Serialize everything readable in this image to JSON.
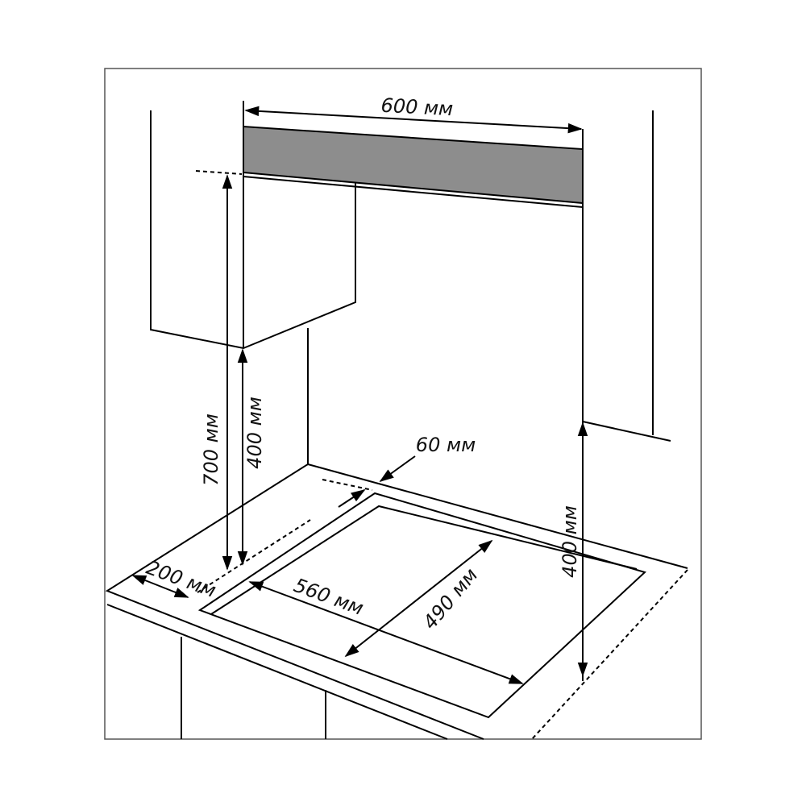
{
  "diagram": {
    "colors": {
      "hood_fill": "#8d8d8d",
      "line": "#000000",
      "frame": "#555555"
    },
    "labels": {
      "hood_width": "600 мм",
      "hood_height_from_hob": "700 мм",
      "cabinet_height_from_hob": "400 мм",
      "back_clearance": "60 мм",
      "side_clearance_left": "200 мм",
      "cutout_width": "560 мм",
      "cutout_depth": "490 мм",
      "side_clearance_right": "400 мм"
    }
  }
}
